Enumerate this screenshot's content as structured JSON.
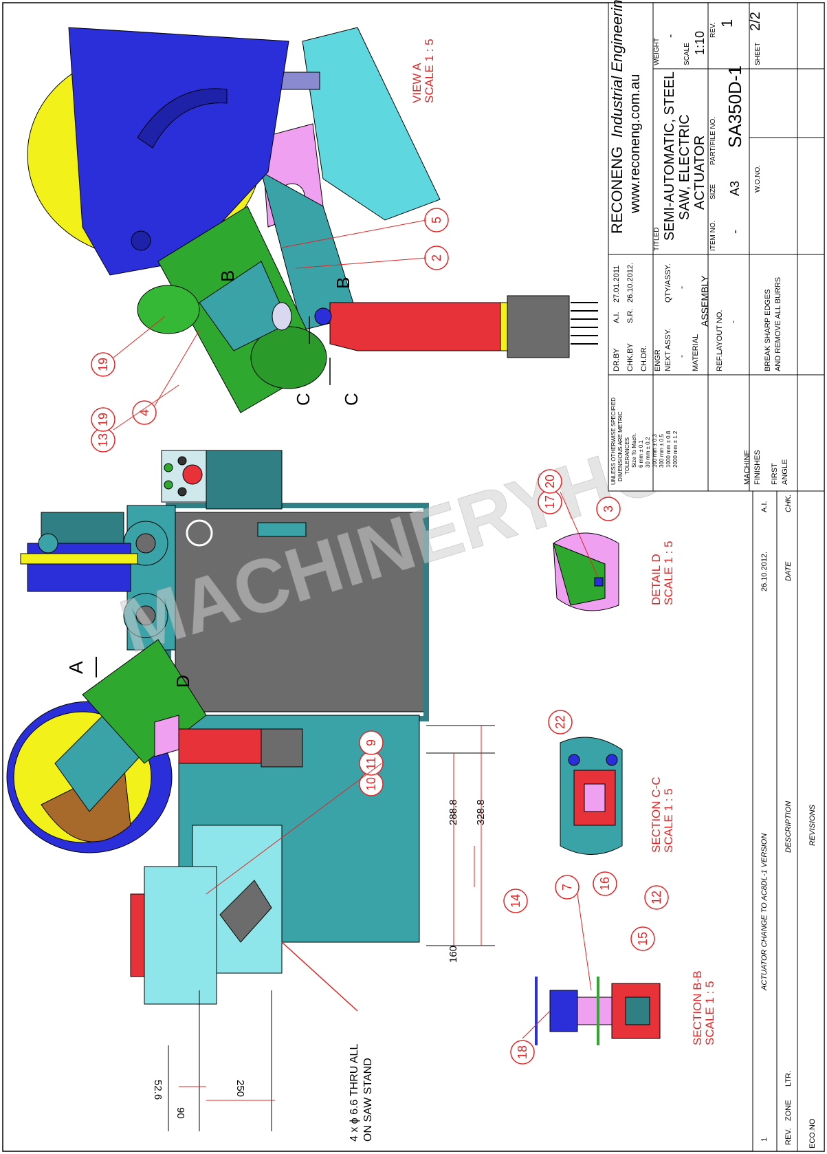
{
  "colors": {
    "teal": "#3aa3a8",
    "dark_teal": "#2f7f84",
    "cyan": "#5ed7df",
    "light_cyan": "#8fe6ea",
    "blue": "#2b2fd9",
    "yellow": "#f2f21a",
    "green": "#2fa82f",
    "red": "#e8323a",
    "pink": "#f0a0f0",
    "gray": "#6c6c6c",
    "brown": "#a86a2a",
    "callout": "#e32424"
  },
  "title_block": {
    "company_bold": "RECONENG",
    "company_italic": "Industrial Engineering",
    "website": "www.reconeng.com.au",
    "titled_label": "TITLED",
    "title_line1": "SEMI-AUTOMATIC, STEEL",
    "title_line2": "SAW, ELECTRIC",
    "title_line3": "ACTUATOR",
    "weight_label": "WEIGHT",
    "weight_value": "-",
    "scale_label": "SCALE",
    "scale_value": "1:10",
    "rev_label": "REV.",
    "rev_value": "1",
    "item_no_label": "ITEM NO.",
    "item_no_value": "-",
    "size_label": "SIZE",
    "size_value": "A3",
    "part_label": "PART/FILE NO.",
    "part_value": "SA350D-1",
    "wo_label": "W.O.NO.",
    "sheet_label": "SHEET",
    "sheet_value": "2/2",
    "dr_by_label": "DR.BY",
    "dr_by_value": "A.I.",
    "dr_by_date": "27.01.2011",
    "chk_by_label": "CHK.BY",
    "chk_by_value": "S.R.",
    "chk_by_date": "26.10.2012.",
    "ch_dr_label": "CH.DR.",
    "engr_label": "ENGR",
    "next_assy_label": "NEXT ASSY.",
    "next_assy_value": "-",
    "qty_label": "QTY/ASSY.",
    "qty_value": "-",
    "material_label": "MATERIAL",
    "material_value": "ASSEMBLY",
    "ref_layout_label": "REF.LAYOUT NO.",
    "ref_layout_value": "-",
    "break_edges_1": "BREAK SHARP EDGES",
    "break_edges_2": "AND REMOVE ALL BURRS",
    "tolerance_lines": [
      "UNLESS OTHERWISE SPECIFIED",
      "DIMENSIONS ARE METRIC",
      "TOLERANCES",
      "Size To Mach.",
      "6 mm  ± 0.1",
      "30 mm  ± 0.2",
      "100 mm  ± 0.3",
      "300 mm  ± 0.5",
      "1000 mm  ± 0.8",
      "2000 mm  ± 1.2"
    ],
    "machine_label": "MACHINE",
    "finishes_label": "FINISHES",
    "first_label": "FIRST",
    "angle_label": "ANGLE"
  },
  "revisions": {
    "eco_label": "ECO.NO",
    "rev_label": "REV.",
    "zone_label": "ZONE",
    "ltr_label": "LTR.",
    "description_label": "DESCRIPTION",
    "date_label": "DATE",
    "chk_label": "CHK.",
    "revisions_label": "REVISIONS",
    "row_rev": "1",
    "row_description": "ACTUATOR CHANGE TO AC8DL-1 VERSION",
    "row_date": "26.10.2012.",
    "row_chk": "A.I."
  },
  "views": {
    "view_a_1": "VIEW A",
    "view_a_2": "SCALE 1 : 5",
    "detail_d_1": "DETAIL D",
    "detail_d_2": "SCALE 1 : 5",
    "section_cc_1": "SECTION C-C",
    "section_cc_2": "SCALE 1 : 5",
    "section_bb_1": "SECTION B-B",
    "section_bb_2": "SCALE 1 : 5"
  },
  "markers": {
    "a": "A",
    "b": "B",
    "c": "C",
    "d": "D"
  },
  "dimensions": {
    "d_52_6": "52.6",
    "d_90": "90",
    "d_250": "250",
    "d_160": "160",
    "d_288_8": "288.8",
    "d_328_8": "328.8",
    "hole_note_1": "4 x ϕ 6.6 THRU ALL",
    "hole_note_2": "ON SAW STAND"
  },
  "callouts": [
    "19",
    "13",
    "19",
    "4",
    "2",
    "5",
    "17",
    "20",
    "3",
    "22",
    "10",
    "11",
    "9",
    "14",
    "7",
    "16",
    "12",
    "15",
    "18"
  ],
  "watermark": "MACHINERYHOUSE"
}
